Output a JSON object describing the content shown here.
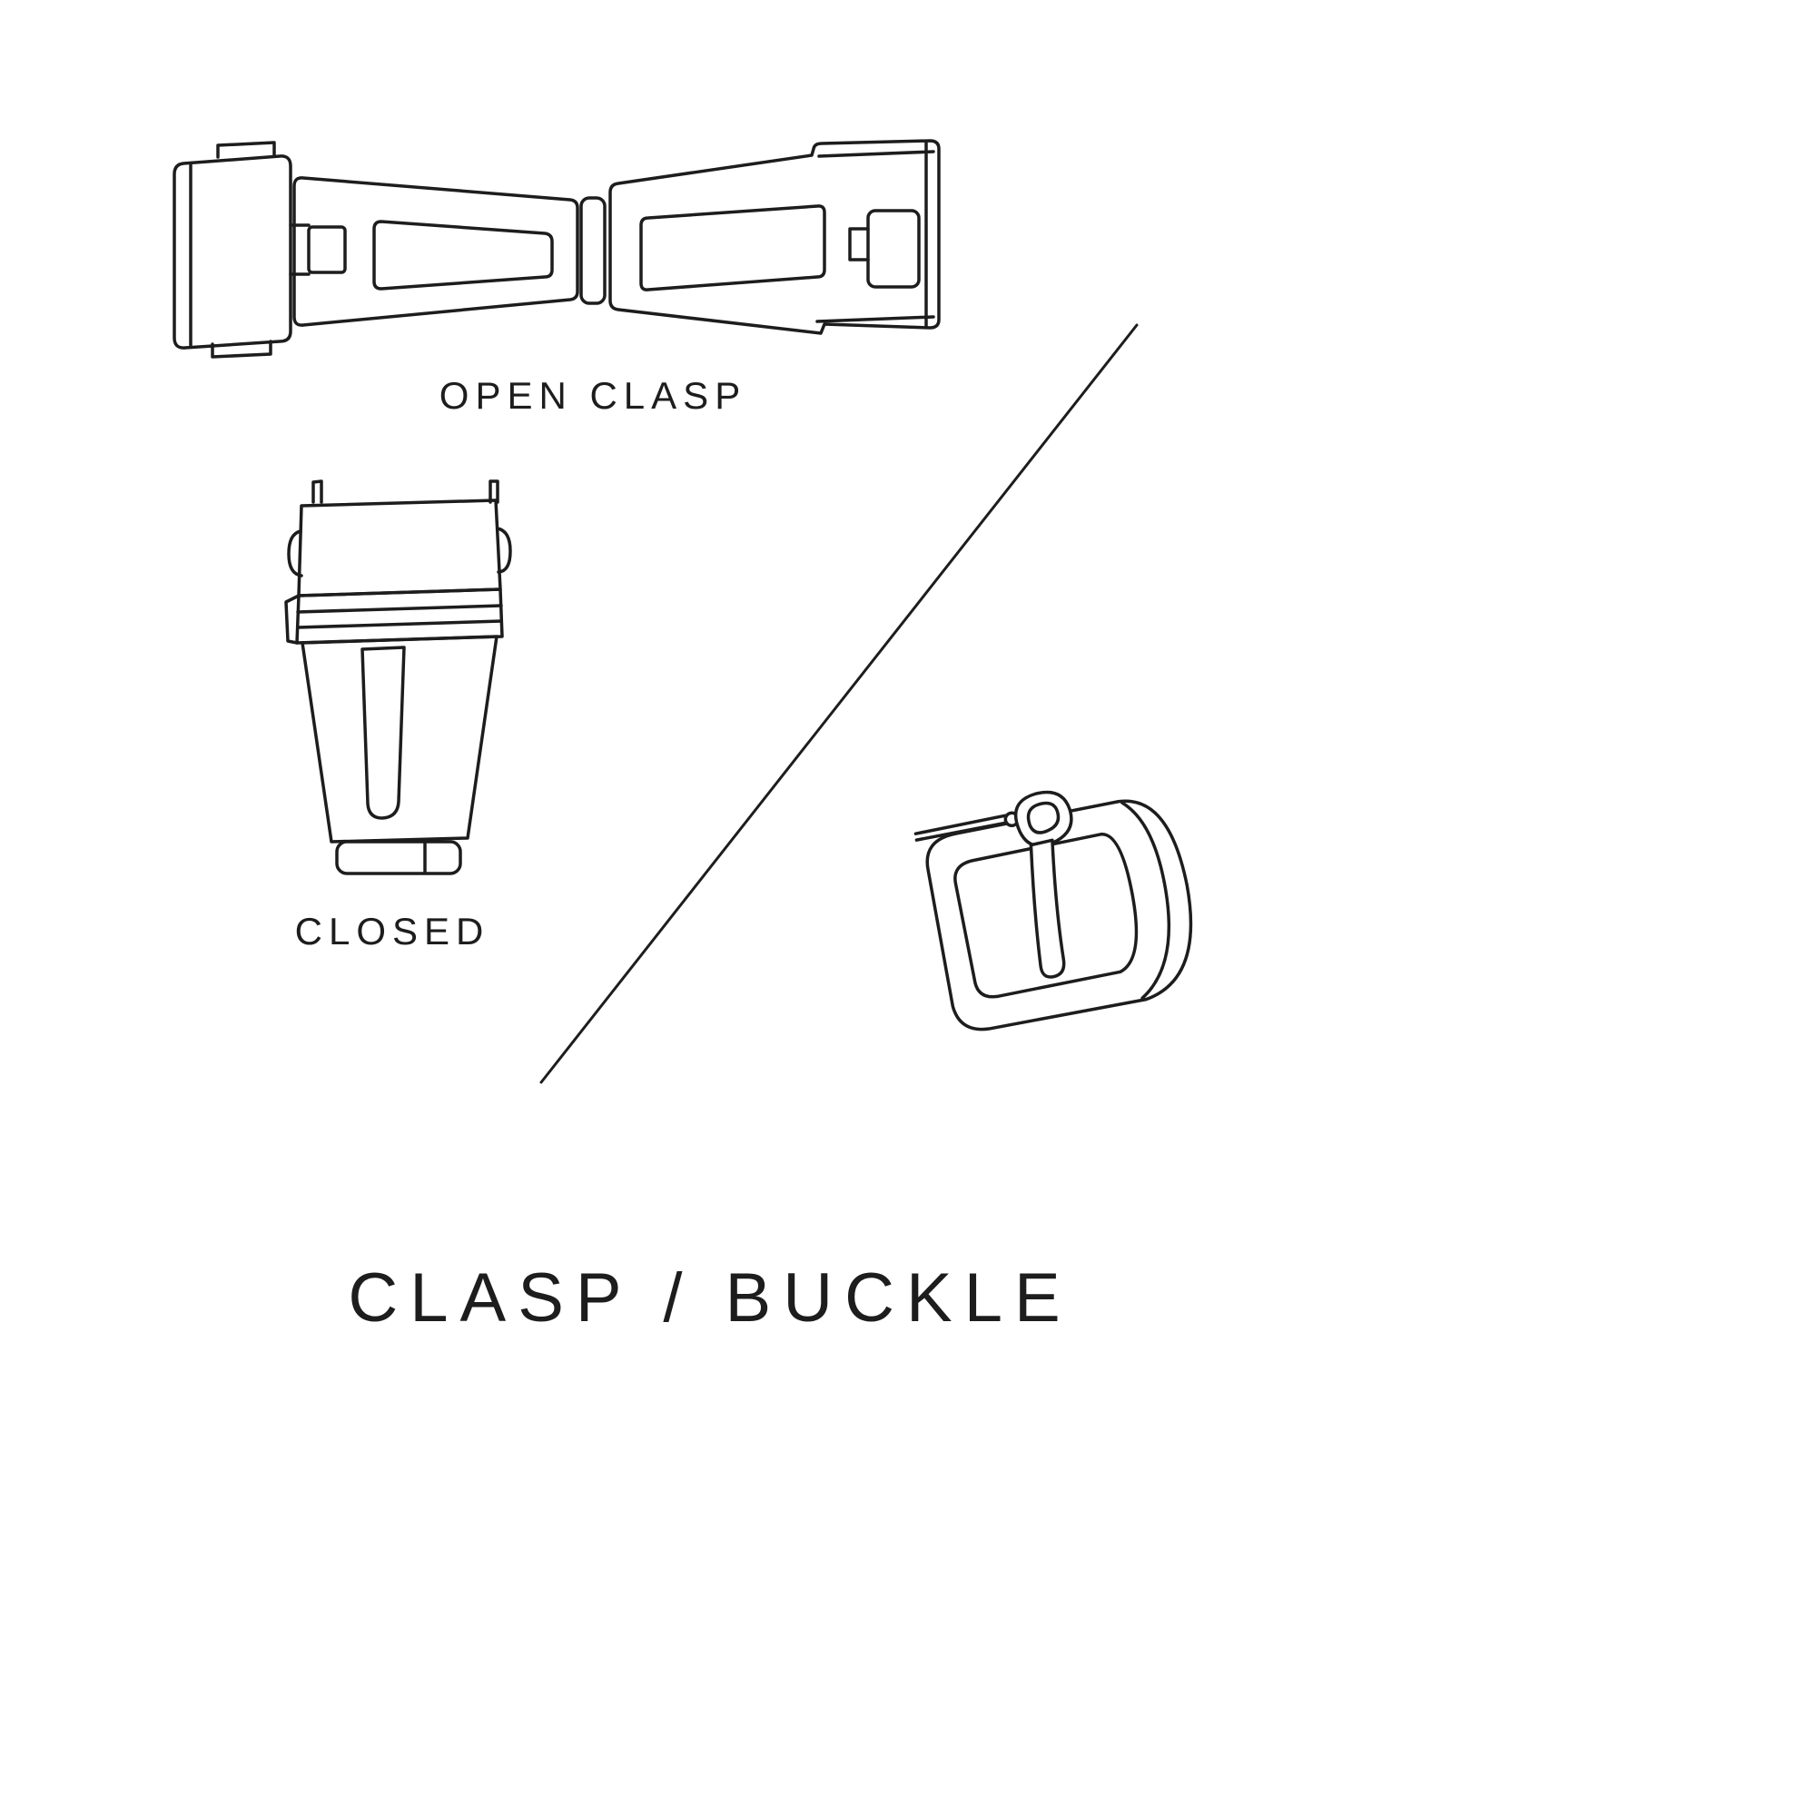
{
  "page": {
    "background": "#ffffff",
    "ink": "#1d1d1d"
  },
  "title": {
    "text": "CLASP / BUCKLE"
  },
  "figures": {
    "open_clasp": {
      "label": "OPEN CLASP"
    },
    "closed_clasp": {
      "label": "CLOSED"
    },
    "buckle": {
      "name": "pin buckle"
    }
  }
}
